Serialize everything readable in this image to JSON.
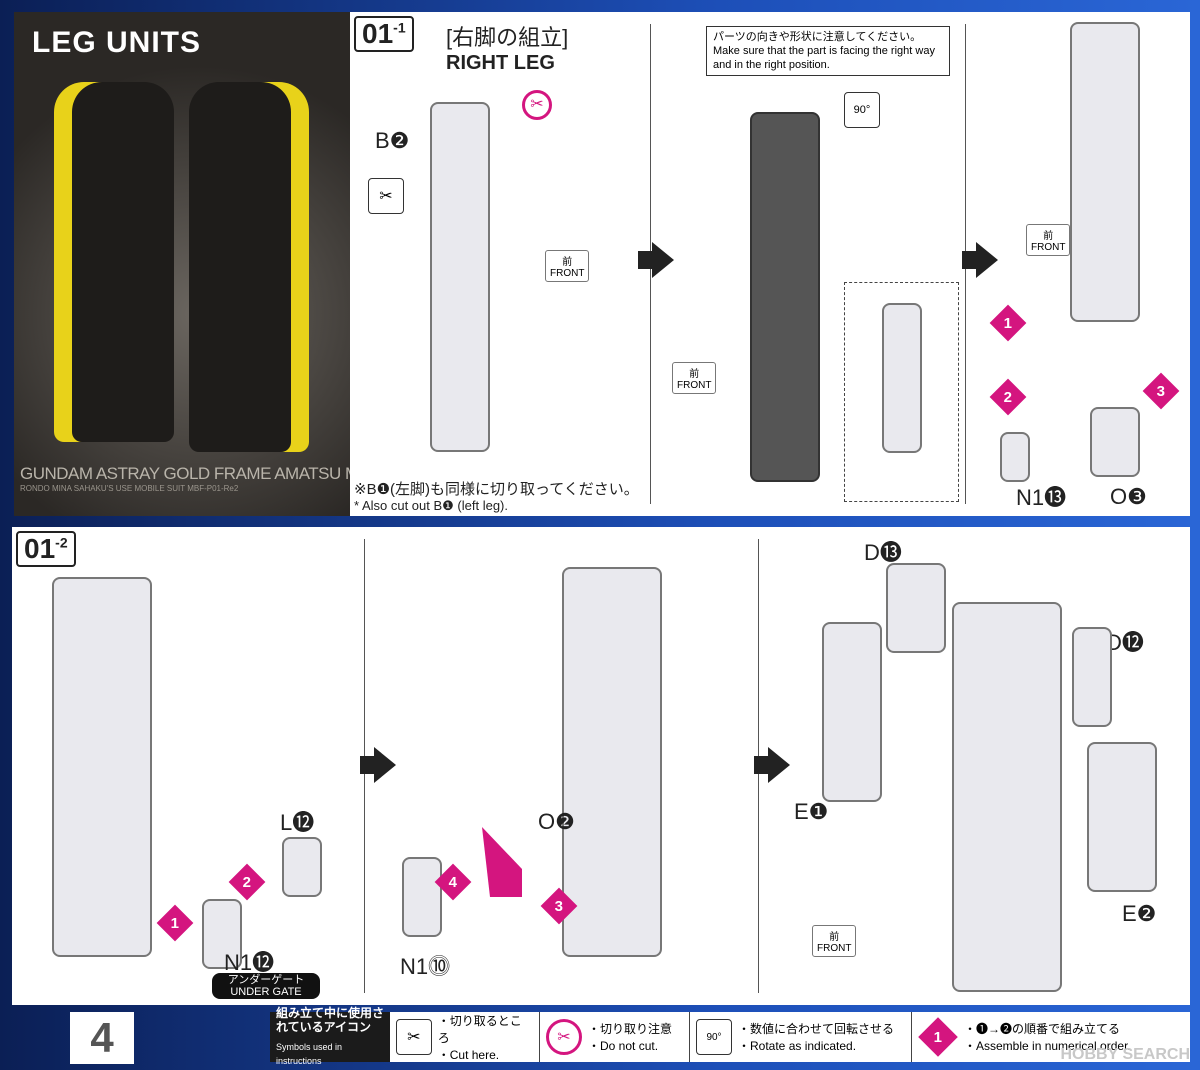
{
  "photo": {
    "title": "LEG UNITS",
    "caption": "GUNDAM ASTRAY GOLD FRAME AMATSU MINA",
    "subcaption": "RONDO MINA SAHAKU'S USE MOBILE SUIT MBF-P01-Re2"
  },
  "step1": {
    "number": "01",
    "sub": "-1",
    "title_jp": "[右脚の組立]",
    "title_en": "RIGHT LEG",
    "part_b": "B❷",
    "front_jp": "前",
    "front_en": "FRONT",
    "note_jp": "※B❶(左脚)も同様に切り取ってください。",
    "note_en": "* Also cut out B❶ (left leg).",
    "caution_jp": "パーツの向きや形状に注意してください。",
    "caution_en": "Make sure that the part is facing the right way and in the right position.",
    "rotate": "90°",
    "markers": [
      "1",
      "2",
      "3"
    ],
    "part_n1": "N1⓭",
    "part_o": "O❸"
  },
  "step2": {
    "number": "01",
    "sub": "-2",
    "part_l": "L⓬",
    "part_n1": "N1⓬",
    "under_gate_jp": "アンダーゲート",
    "under_gate_en": "UNDER GATE",
    "part_o": "O❷",
    "part_n1b": "N1⓾",
    "part_d13": "D⓭",
    "part_d12": "D⓬",
    "part_e1": "E❶",
    "part_e2": "E❷",
    "front_jp": "前",
    "front_en": "FRONT",
    "markers": [
      "1",
      "2",
      "3",
      "4"
    ]
  },
  "footer": {
    "page": "4",
    "legend_title_jp": "組み立て中に使用されているアイコン",
    "legend_title_en": "Symbols used in instructions",
    "items": [
      {
        "jp": "・切り取るところ",
        "en": "・Cut here.",
        "icon": "nippers-icon"
      },
      {
        "jp": "・切り取り注意",
        "en": "・Do not cut.",
        "icon": "no-cut-icon"
      },
      {
        "jp": "・数値に合わせて回転させる",
        "en": "・Rotate as indicated.",
        "icon": "rotate-90-icon",
        "icon_text": "90°"
      },
      {
        "jp": "・❶→❷の順番で組み立てる",
        "en": "・Assemble in numerical order.",
        "icon": "step-diamond-icon",
        "icon_text": "1"
      }
    ],
    "watermark": "HOBBY SEARCH"
  },
  "colors": {
    "accent": "#d4157f",
    "background": "#1d4fb8"
  }
}
